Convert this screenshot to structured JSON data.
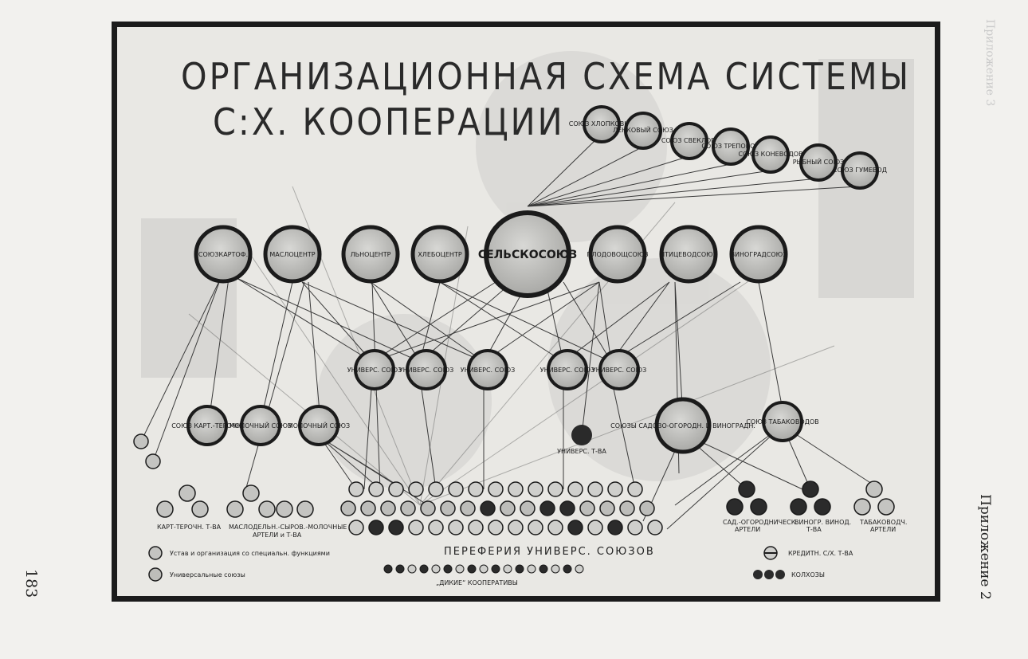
{
  "page": {
    "page_number": "183",
    "appendix_label": "Приложение 2",
    "faint_margin_text": "Приложение 3"
  },
  "diagram": {
    "title_line1": "ОРГАНИЗАЦИОННАЯ СХЕМА СИСТЕМЫ",
    "title_line2": "С:Х. КООПЕРАЦИИ",
    "center": "СЕЛЬСКОСОЮЗ",
    "top_unions": [
      "СОЮЗ ХЛОПКОВЫЙ",
      "ЛЕНКОВЫЙ СОЮЗ",
      "СОЮЗ СВЕКЛОВ.",
      "СОЮЗ ТРЕПОВОД",
      "СОЮЗ КОНЕВОДОВ",
      "РЫБНЫЙ СОЮЗ",
      "СОЮЗ ГУМЕВОД"
    ],
    "centers": [
      "СОЮЗКАРТОФ.",
      "МАСЛОЦЕНТР",
      "ЛЬНОЦЕНТР",
      "ХЛЕБОЦЕНТР",
      "ПЛОДОВОЩСОЮЗ",
      "ПТИЦЕВОДСОЮЗ",
      "ВИНОГРАДСОЮЗ"
    ],
    "universal_unions": [
      "УНИВЕРС. СОЮЗ",
      "УНИВЕРС. СОЮЗ",
      "УНИВЕРС. СОЮЗ",
      "УНИВЕРС. СОЮЗ",
      "УНИВЕРС. СОЮЗ"
    ],
    "regional_unions": [
      "СОЮЗ КАРТ.-ТЕРОЧН.",
      "МОЛОЧНЫЙ СОЮЗ",
      "МОЛОЧНЫЙ СОЮЗ"
    ],
    "special_unions": [
      "СОЮЗЫ САДОВО-ОГОРОДН. И ВИНОГРАДН.",
      "СОЮЗ ТАБАКОВОДОВ",
      "УНИВЕРС. Т-ВА"
    ],
    "bottom_captions": {
      "kart": "КАРТ-ТЕРОЧН. Т-ВА",
      "maslo": "МАСЛОДЕЛЬН.-СЫРОВ.-МОЛОЧНЫЕ",
      "maslo_sub": "АРТЕЛИ и Т-ВА",
      "periphery": "ПЕРЕФЕРИЯ УНИВЕРС. СОЮЗОВ",
      "dikie": "„ДИКИЕ“ КООПЕРАТИВЫ",
      "sad": "САД.-ОГОРОДНИЧЕСК.",
      "sad_sub": "АРТЕЛИ",
      "vino": "ВИНОГР. ВИНОД.",
      "vino_sub": "Т-ВА",
      "tabak": "ТАБАКОВОДЧ.",
      "tabak_sub": "АРТЕЛИ"
    },
    "legend": [
      {
        "key": "l1",
        "text": "Устав и организация со специальн. функциями"
      },
      {
        "key": "l2",
        "text": "Универсальные союзы"
      },
      {
        "key": "l3",
        "text": "КРЕДИТН. С/Х. Т-ВА"
      },
      {
        "key": "l4",
        "text": "КОЛХОЗЫ"
      }
    ]
  }
}
